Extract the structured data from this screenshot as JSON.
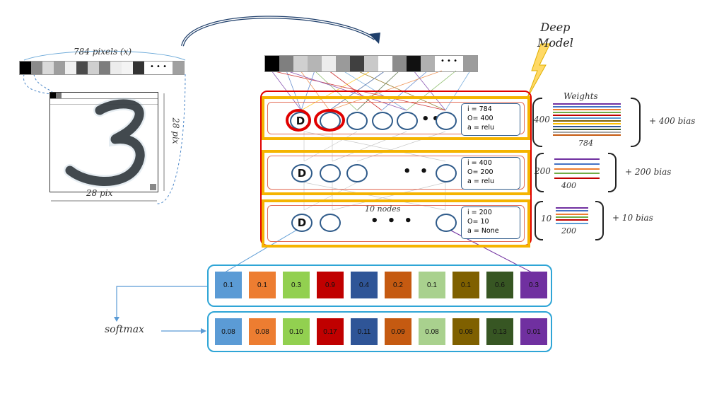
{
  "input": {
    "label": "784 pixels (x)",
    "dims_right": "28 pix",
    "dims_bottom": "28 pix",
    "strip_colors": [
      "#000000",
      "#8a8a8a",
      "#d9d9d9",
      "#9e9e9e",
      "#f0f0f0",
      "#4a4a4a",
      "#cfcfcf",
      "#7d7d7d",
      "#ececec",
      "#f4f4f4",
      "#333333"
    ],
    "strip_tail": "#a0a0a0"
  },
  "top_strip_colors": [
    "#000000",
    "#7f7f7f",
    "#d0d0d0",
    "#b5b5b5",
    "#ededed",
    "#9a9a9a",
    "#404040",
    "#c9c9c9",
    "#ffffff",
    "#8c8c8c",
    "#111111",
    "#b0b0b0"
  ],
  "top_strip_tail": "#9c9c9c",
  "deep_model": "Deep\nModel",
  "layers": [
    {
      "d": "D",
      "i": "i = 784",
      "o": "O= 400",
      "a": "a = relu",
      "rows": "400",
      "cols": "784",
      "bias": "+ 400 bias",
      "weights": "Weights"
    },
    {
      "d": "D",
      "i": "i = 400",
      "o": "O= 200",
      "a": "a = relu",
      "rows": "200",
      "cols": "400",
      "bias": "+ 200 bias"
    },
    {
      "d": "D",
      "i": "i = 200",
      "o": "O= 10",
      "a": "a = None",
      "rows": "10",
      "cols": "200",
      "bias": "+ 10 bias",
      "nodes": "10 nodes"
    }
  ],
  "dots": "• • •",
  "softmax": "softmax",
  "logits": [
    "0.1",
    "0.1",
    "0.3",
    "0.9",
    "0.4",
    "0.2",
    "0.1",
    "0.1",
    "0.6",
    "0.3"
  ],
  "probs": [
    "0.08",
    "0.08",
    "0.10",
    "0.17",
    "0.11",
    "0.09",
    "0.08",
    "0.08",
    "0.13",
    "0.01"
  ],
  "cell_colors": [
    "#5b9bd5",
    "#ed7d31",
    "#92d050",
    "#c00000",
    "#2f5597",
    "#c55a11",
    "#a9d18e",
    "#7f6000",
    "#375623",
    "#7030a0"
  ],
  "weight_colors": [
    "#7030a0",
    "#4472c4",
    "#ed7d31",
    "#70ad47",
    "#c00000",
    "#5b9bd5",
    "#7f6000",
    "#ffc000",
    "#2f5597",
    "#375623",
    "#a5a5a5",
    "#c55a11"
  ]
}
